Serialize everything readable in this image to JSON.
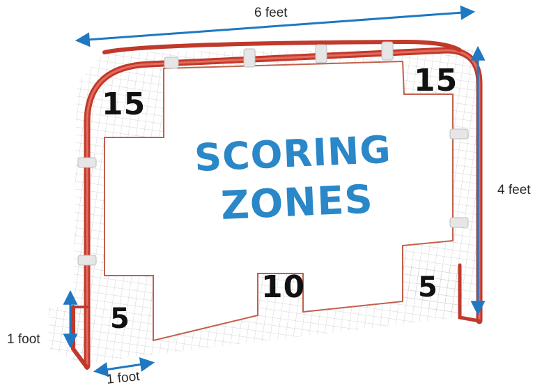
{
  "dimensions": {
    "width_label": "6 feet",
    "height_label": "4 feet",
    "side_height_label": "1 foot",
    "side_depth_label": "1 foot"
  },
  "zones": {
    "top_left": "15",
    "top_right": "15",
    "bottom_left": "5",
    "bottom_center": "10",
    "bottom_right": "5"
  },
  "title": {
    "line1": "SCORING",
    "line2": "ZONES"
  },
  "colors": {
    "frame": "#c0392b",
    "arrow": "#1f78c1",
    "title": "#2a87c8",
    "net": "#c9c9c9",
    "target": "#ffffff",
    "target_border": "#c2604a"
  }
}
